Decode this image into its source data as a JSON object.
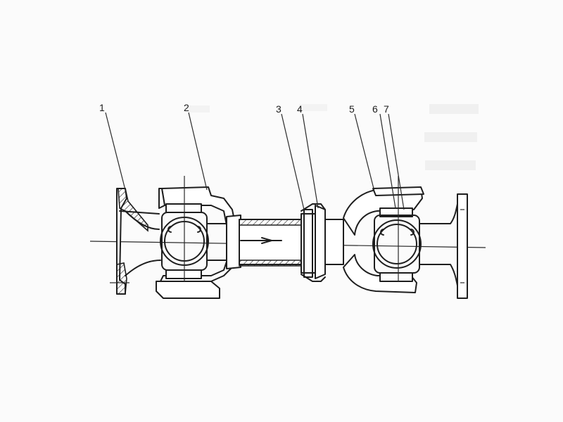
{
  "callouts": [
    {
      "id": "1",
      "label": "1"
    },
    {
      "id": "2",
      "label": "2"
    },
    {
      "id": "3",
      "label": "3"
    },
    {
      "id": "4",
      "label": "4"
    },
    {
      "id": "5",
      "label": "5"
    },
    {
      "id": "6",
      "label": "6"
    },
    {
      "id": "7",
      "label": "7"
    }
  ],
  "colors": {
    "ink": "#1e1e1e",
    "paper": "#fbfbfb",
    "bleed": "#c9c9c9"
  }
}
